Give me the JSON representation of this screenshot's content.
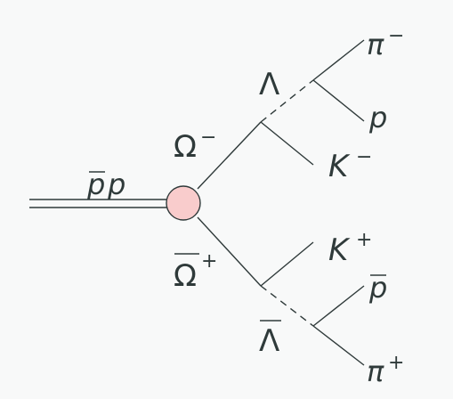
{
  "diagram": {
    "beam": {
      "antiparticle": "p",
      "particle": "p"
    },
    "upper": {
      "parent": {
        "base": "Ω",
        "sup": "−"
      },
      "intermediate": {
        "base": "Λ"
      },
      "kaon": {
        "base": "K",
        "sup": "−"
      },
      "pion": {
        "base": "π",
        "sup": "−"
      },
      "baryon": {
        "base": "p"
      }
    },
    "lower": {
      "parent": {
        "base": "Ω",
        "sup": "+"
      },
      "intermediate": {
        "base": "Λ"
      },
      "kaon": {
        "base": "K",
        "sup": "+"
      },
      "baryon": {
        "base": "p"
      },
      "pion": {
        "base": "π",
        "sup": "+"
      }
    },
    "colors": {
      "line": "#2f3a3a",
      "vertex_fill": "#f9cccc",
      "background": "#f8f9f9"
    }
  }
}
